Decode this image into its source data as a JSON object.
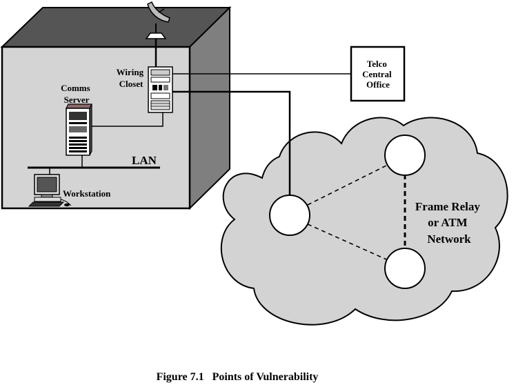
{
  "labels": {
    "wiring_closet": [
      "Wiring",
      "Closet"
    ],
    "comms_server": [
      "Comms",
      "Server"
    ],
    "lan": "LAN",
    "workstation": "Workstation",
    "telco_office": [
      "Telco",
      "Central",
      "Office"
    ],
    "network": [
      "Frame Relay",
      "or ATM",
      "Network"
    ]
  },
  "caption": "Figure 7.1   Points of Vulnerability",
  "icons": [
    "satellite-dish-icon",
    "wiring-closet-rack-icon",
    "server-icon",
    "workstation-icon"
  ],
  "colors": {
    "building_front": "#d4d4d4",
    "building_top": "#555555",
    "building_side": "#7f7f7f",
    "cloud_fill": "#d3d3d3",
    "stroke": "#000000",
    "node_fill": "#ffffff"
  }
}
